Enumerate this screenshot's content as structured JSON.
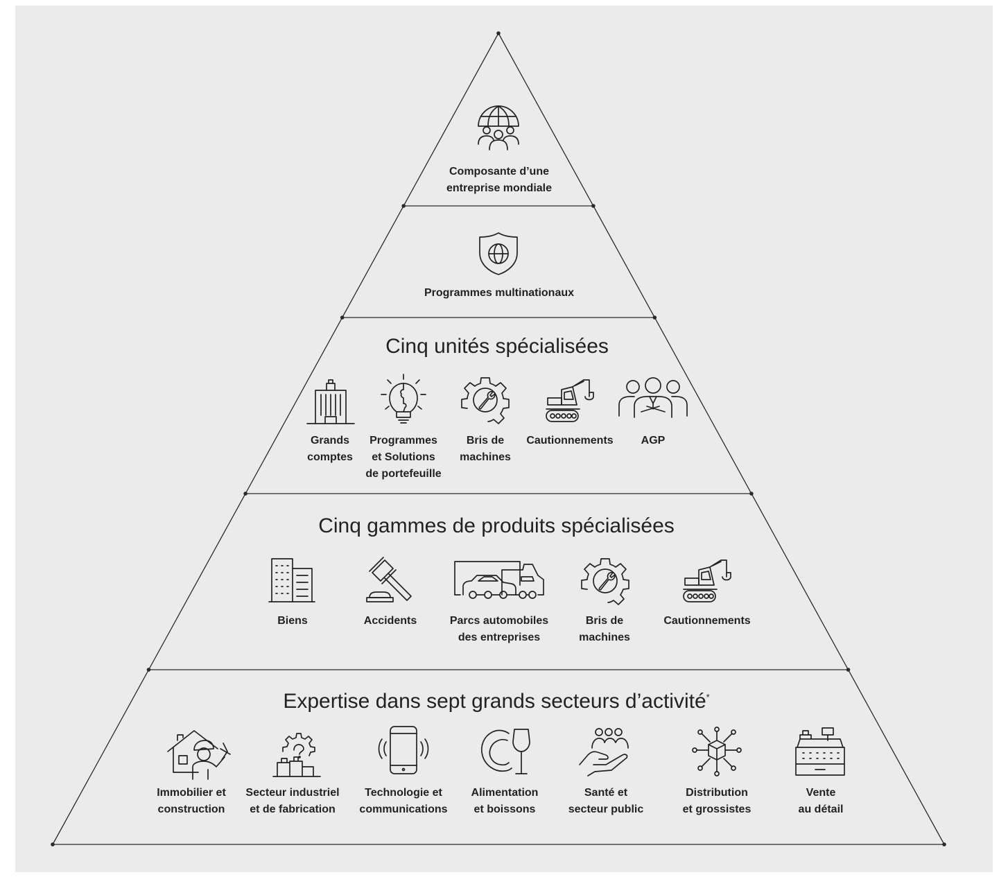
{
  "tiers": [
    {
      "items": [
        {
          "icon": "globe-people-icon",
          "label": "Composante d’une\nentreprise mondiale"
        }
      ]
    },
    {
      "items": [
        {
          "icon": "shield-globe-icon",
          "label": "Programmes multinationaux"
        }
      ]
    },
    {
      "title": "Cinq unités spécialisées",
      "items": [
        {
          "icon": "office-building-icon",
          "label": "Grands\ncomptes"
        },
        {
          "icon": "lightbulb-puzzle-icon",
          "label": "Programmes\net Solutions\nde portefeuille"
        },
        {
          "icon": "gear-wrench-icon",
          "label": "Bris de\nmachines"
        },
        {
          "icon": "excavator-icon",
          "label": "Cautionnements"
        },
        {
          "icon": "agent-group-icon",
          "label": "AGP"
        }
      ]
    },
    {
      "title": "Cinq gammes de produits spécialisées",
      "items": [
        {
          "icon": "buildings-icon",
          "label": "Biens"
        },
        {
          "icon": "gavel-icon",
          "label": "Accidents"
        },
        {
          "icon": "fleet-vehicles-icon",
          "label": "Parcs automobiles\ndes entreprises"
        },
        {
          "icon": "gear-wrench-icon",
          "label": "Bris de\nmachines"
        },
        {
          "icon": "excavator-icon",
          "label": "Cautionnements"
        }
      ]
    },
    {
      "title": "Expertise dans sept grands secteurs d’activité",
      "title_mark": "*",
      "items": [
        {
          "icon": "house-worker-icon",
          "label": "Immobilier et\nconstruction"
        },
        {
          "icon": "factory-gear-icon",
          "label": "Secteur industriel\net de fabrication"
        },
        {
          "icon": "smartphone-icon",
          "label": "Technologie et\ncommunications"
        },
        {
          "icon": "plate-glass-icon",
          "label": "Alimentation\net boissons"
        },
        {
          "icon": "hand-people-icon",
          "label": "Santé et\nsecteur public"
        },
        {
          "icon": "network-box-icon",
          "label": "Distribution\net grossistes"
        },
        {
          "icon": "cash-register-icon",
          "label": "Vente\nau détail"
        }
      ]
    }
  ]
}
